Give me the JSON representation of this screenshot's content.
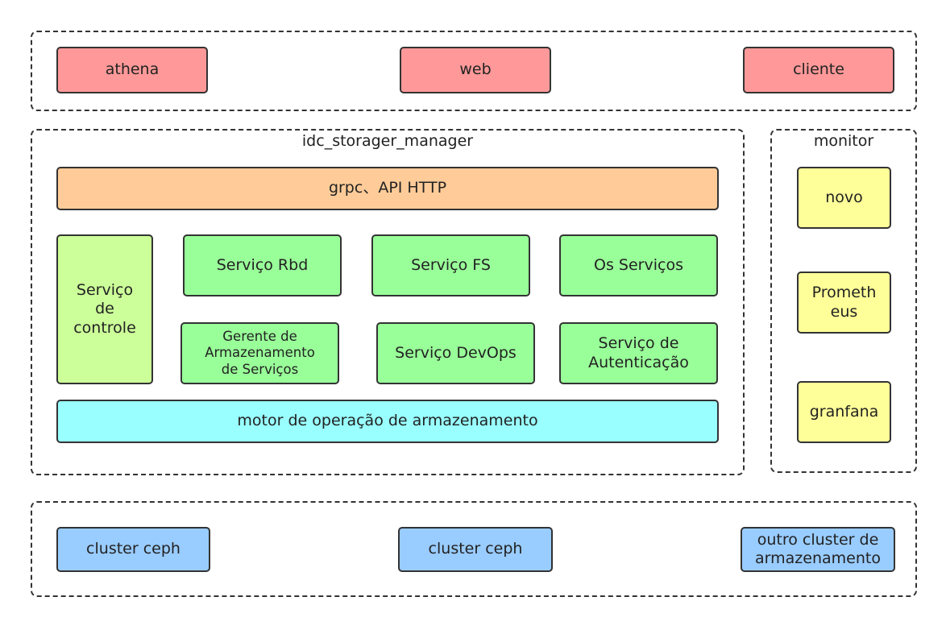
{
  "colors": {
    "client_red": "#ff9999",
    "api_orange": "#ffcc99",
    "control_lime": "#ccff99",
    "service_green": "#99ff99",
    "engine_cyan": "#99ffff",
    "monitor_yellow": "#ffff99",
    "storage_blue": "#99ccff"
  },
  "clients": {
    "athena": "athena",
    "web": "web",
    "cliente": "cliente"
  },
  "manager": {
    "title": "idc_storager_manager",
    "api": "grpc、API HTTP",
    "control": "Serviço\nde\ncontrole",
    "rbd": "Serviço Rbd",
    "fs": "Serviço FS",
    "os": "Os Serviços",
    "storage_manager": "Gerente de\nArmazenamento\nde Serviços",
    "devops": "Serviço DevOps",
    "auth": "Serviço de\nAutenticação",
    "engine": "motor de operação de armazenamento"
  },
  "monitor": {
    "title": "monitor",
    "novo": "novo",
    "prometheus": "Prometh\neus",
    "granfana": "granfana"
  },
  "storage": {
    "ceph1": "cluster ceph",
    "ceph2": "cluster ceph",
    "other": "outro cluster de\narmazenamento"
  }
}
